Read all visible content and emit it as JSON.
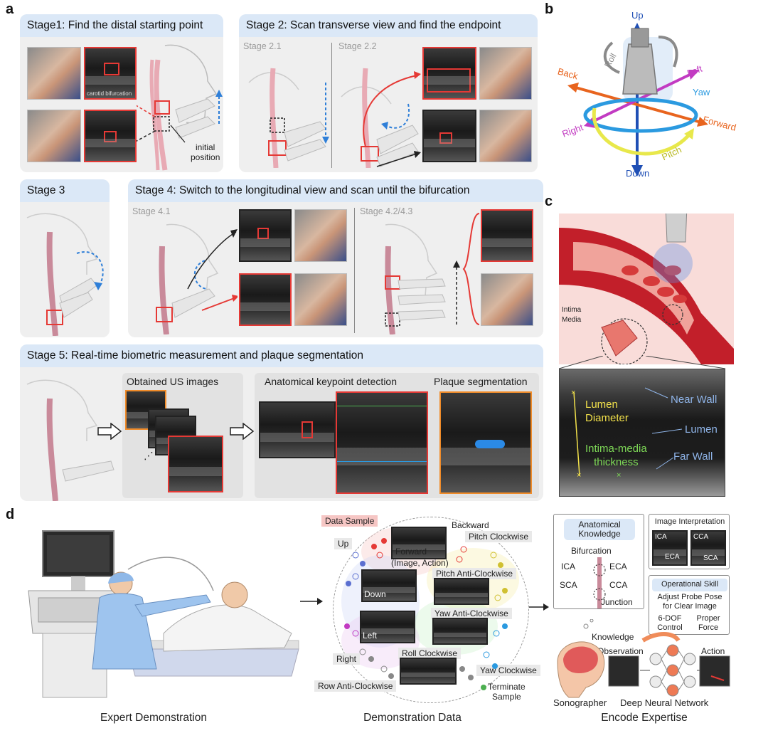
{
  "panels": {
    "a": "a",
    "b": "b",
    "c": "c",
    "d": "d"
  },
  "stage1": {
    "title": "Stage1: Find the distal starting point",
    "us_label": "carotid bifurcation",
    "initial_position": "initial\nposition"
  },
  "stage2": {
    "title": "Stage 2: Scan transverse view and find the endpoint",
    "sub1": "Stage 2.1",
    "sub2": "Stage 2.2"
  },
  "stage3": {
    "title": "Stage 3"
  },
  "stage4": {
    "title": "Stage 4: Switch to the longitudinal view and scan until the bifurcation",
    "sub1": "Stage 4.1",
    "sub2": "Stage 4.2/4.3"
  },
  "stage5": {
    "title": "Stage 5: Real-time biometric measurement and plaque segmentation",
    "obtained": "Obtained US images",
    "keypoint": "Anatomical keypoint detection",
    "plaque": "Plaque segmentation"
  },
  "axes": {
    "up": "Up",
    "down": "Down",
    "left": "Left",
    "right": "Right",
    "forward": "Forward",
    "back": "Back",
    "roll": "Roll",
    "yaw": "Yaw",
    "pitch": "Pitch"
  },
  "vessel": {
    "intima": "Intima",
    "media": "Media"
  },
  "ultrasound": {
    "lumen_diameter": "Lumen\nDiameter",
    "near_wall": "Near Wall",
    "lumen": "Lumen",
    "imt": "Intima-media\nthickness",
    "far_wall": "Far Wall"
  },
  "demo": {
    "data_sample": "Data Sample",
    "forward": "Forward",
    "image_action": "(Image, Action)",
    "backward": "Backward",
    "pitch_cw": "Pitch Clockwise",
    "up": "Up",
    "down": "Down",
    "pitch_acw": "Pitch Anti-Clockwise",
    "yaw_acw": "Yaw Anti-Clockwise",
    "left": "Left",
    "roll_cw": "Roll Clockwise",
    "right": "Right",
    "yaw_cw": "Yaw Clockwise",
    "row_acw": "Row Anti-Clockwise",
    "terminate": "Terminate\nSample"
  },
  "knowledge": {
    "anatomical": "Anatomical\nKnowledge",
    "bifurcation": "Bifurcation",
    "ica": "ICA",
    "eca": "ECA",
    "sca": "SCA",
    "cca": "CCA",
    "junction": "Junction",
    "image_interp": "Image Interpretation",
    "operational": "Operational Skill",
    "adjust": "Adjust Probe Pose\nfor Clear Image",
    "dof": "6-DOF\nControl",
    "force": "Proper\nForce",
    "knowledge_lbl": "Knowledge",
    "observation": "Observation",
    "action": "Action",
    "sonographer": "Sonographer",
    "dnn": "Deep Neural Network"
  },
  "captions": {
    "expert": "Expert Demonstration",
    "demo_data": "Demonstration Data",
    "encode": "Encode Expertise"
  },
  "colors": {
    "header": "#dbe8f7",
    "panel_bg": "#efefef",
    "red": "#e53935",
    "blue": "#2f7fd8",
    "orange": "#f08c2a",
    "yellow_text": "#f2e14b",
    "green_text": "#7ed957",
    "wall_text": "#8fb4e8"
  }
}
